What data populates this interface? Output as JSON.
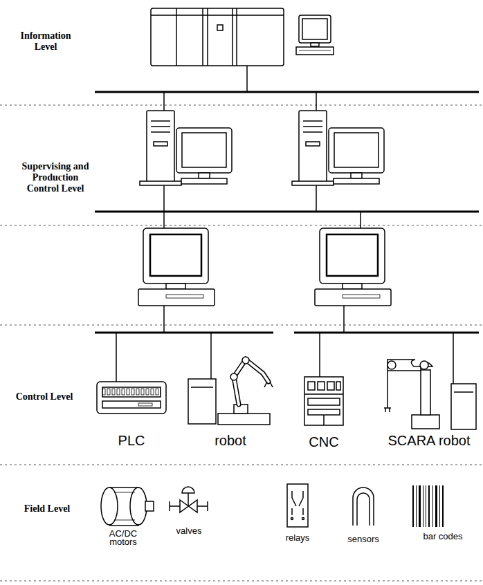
{
  "diagram": {
    "labels": [
      "Information Level",
      "Supervising and Production Control Level",
      "Control Level",
      "Field Level",
      "PLC",
      "robot",
      "CNC",
      "SCARA robot",
      "AC/DC motors",
      "valves",
      "relays",
      "sensors",
      "bar codes"
    ]
  }
}
